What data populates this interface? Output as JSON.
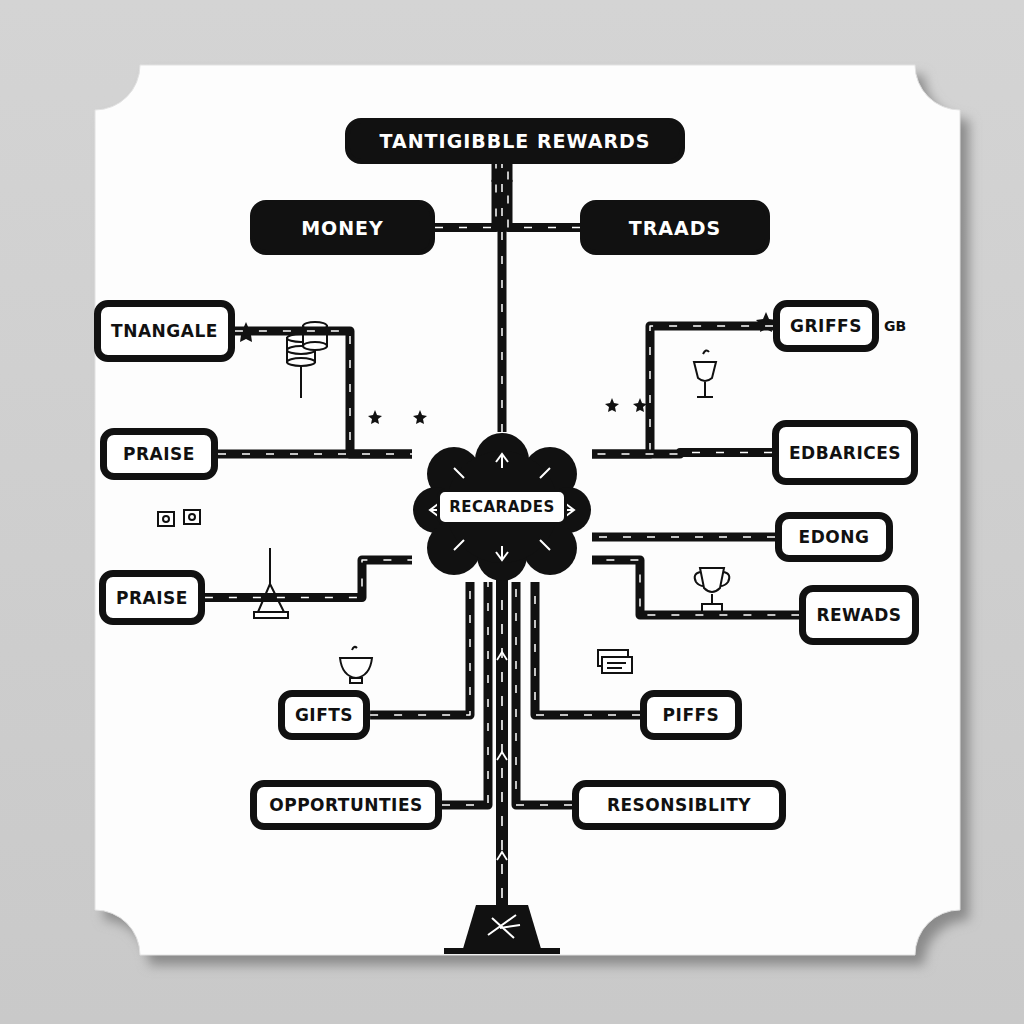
{
  "diagram": {
    "nodes": [
      {
        "text": [
          "TANTIGIBBLE REWARDS"
        ]
      },
      {
        "text": [
          "MONEY"
        ]
      },
      {
        "text": [
          "TRAADS"
        ]
      },
      {
        "text": [
          "TNANGALE"
        ]
      },
      {
        "text": [
          "GRIFFS"
        ]
      },
      {
        "text": [
          "PRAISE"
        ]
      },
      {
        "text": [
          "EDBARICES"
        ]
      },
      {
        "text": [
          "RECARADES"
        ]
      },
      {
        "text": [
          "EDONG"
        ]
      },
      {
        "text": [
          "PRAISE"
        ]
      },
      {
        "text": [
          "REWADS"
        ]
      },
      {
        "text": [
          "GIFTS"
        ]
      },
      {
        "text": [
          "PIFFS"
        ]
      },
      {
        "text": [
          "OPPORTUNTIES"
        ]
      },
      {
        "text": [
          "RESONSIBLITY"
        ]
      }
    ],
    "edges": [
      {
        "from": 7,
        "to": 0,
        "arrow": "to"
      },
      {
        "from": 1,
        "to": 0,
        "arrow": "none"
      },
      {
        "from": 2,
        "to": 0,
        "arrow": "none"
      },
      {
        "from": 3,
        "to": 7,
        "arrow": "none"
      },
      {
        "from": 4,
        "to": 7,
        "arrow": "none"
      },
      {
        "from": 5,
        "to": 7,
        "arrow": "none"
      },
      {
        "from": 6,
        "to": 7,
        "arrow": "none"
      },
      {
        "from": 8,
        "to": 7,
        "arrow": "none"
      },
      {
        "from": 9,
        "to": 7,
        "arrow": "none"
      },
      {
        "from": 10,
        "to": 7,
        "arrow": "none"
      },
      {
        "from": 11,
        "to": 7,
        "arrow": "none"
      },
      {
        "from": 12,
        "to": 7,
        "arrow": "none"
      },
      {
        "from": 13,
        "to": 7,
        "arrow": "none"
      },
      {
        "from": 14,
        "to": 7,
        "arrow": "none"
      }
    ],
    "labels": [
      "GB"
    ]
  }
}
